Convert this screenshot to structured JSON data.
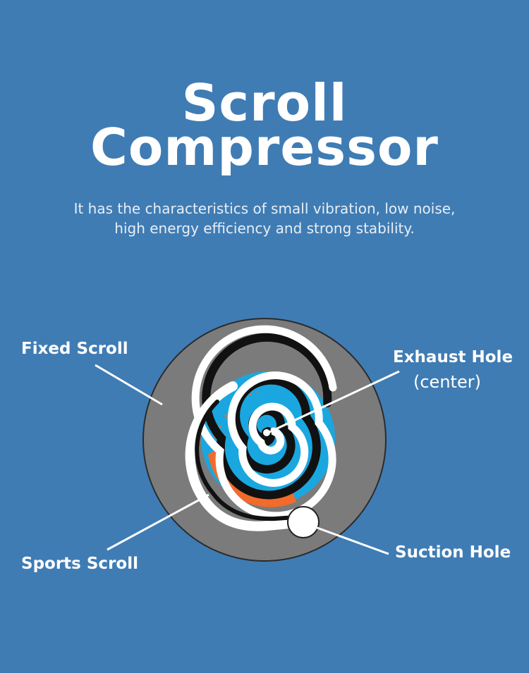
{
  "header": {
    "title_line1": "Scroll",
    "title_line2": "Compressor",
    "subtitle_line1": "It has the characteristics of small vibration, low noise,",
    "subtitle_line2": "high energy efficiency and strong stability."
  },
  "labels": {
    "fixed_scroll": "Fixed Scroll",
    "exhaust_hole": "Exhaust Hole",
    "exhaust_note": "(center)",
    "sports_scroll": "Sports Scroll",
    "suction_hole": "Suction Hole"
  },
  "colors": {
    "background": "#3f7cb4",
    "housing": "#7b7b7b",
    "cyan": "#1aa7df",
    "orange": "#f26b2a"
  }
}
